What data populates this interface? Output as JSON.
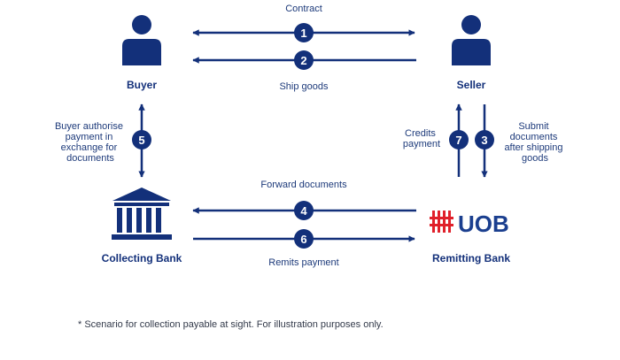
{
  "nodes": {
    "buyer": "Buyer",
    "seller": "Seller",
    "collecting_bank": "Collecting Bank",
    "remitting_bank": "Remitting Bank"
  },
  "bank_logo": "UOB",
  "steps": [
    {
      "num": "1",
      "label": "Contract"
    },
    {
      "num": "2",
      "label": "Ship goods"
    },
    {
      "num": "3",
      "label": [
        "Submit",
        "documents",
        "after shipping",
        "goods"
      ]
    },
    {
      "num": "4",
      "label": "Forward documents"
    },
    {
      "num": "5",
      "label": [
        "Buyer authorise",
        "payment in",
        "exchange for",
        "documents"
      ]
    },
    {
      "num": "6",
      "label": "Remits payment"
    },
    {
      "num": "7",
      "label": [
        "Credits",
        "payment"
      ]
    }
  ],
  "footnote": "* Scenario for collection payable at sight. For illustration purposes only.",
  "colors": {
    "navy": "#13307a",
    "uob_red": "#e0202a",
    "uob_blue": "#1b3f8f"
  }
}
